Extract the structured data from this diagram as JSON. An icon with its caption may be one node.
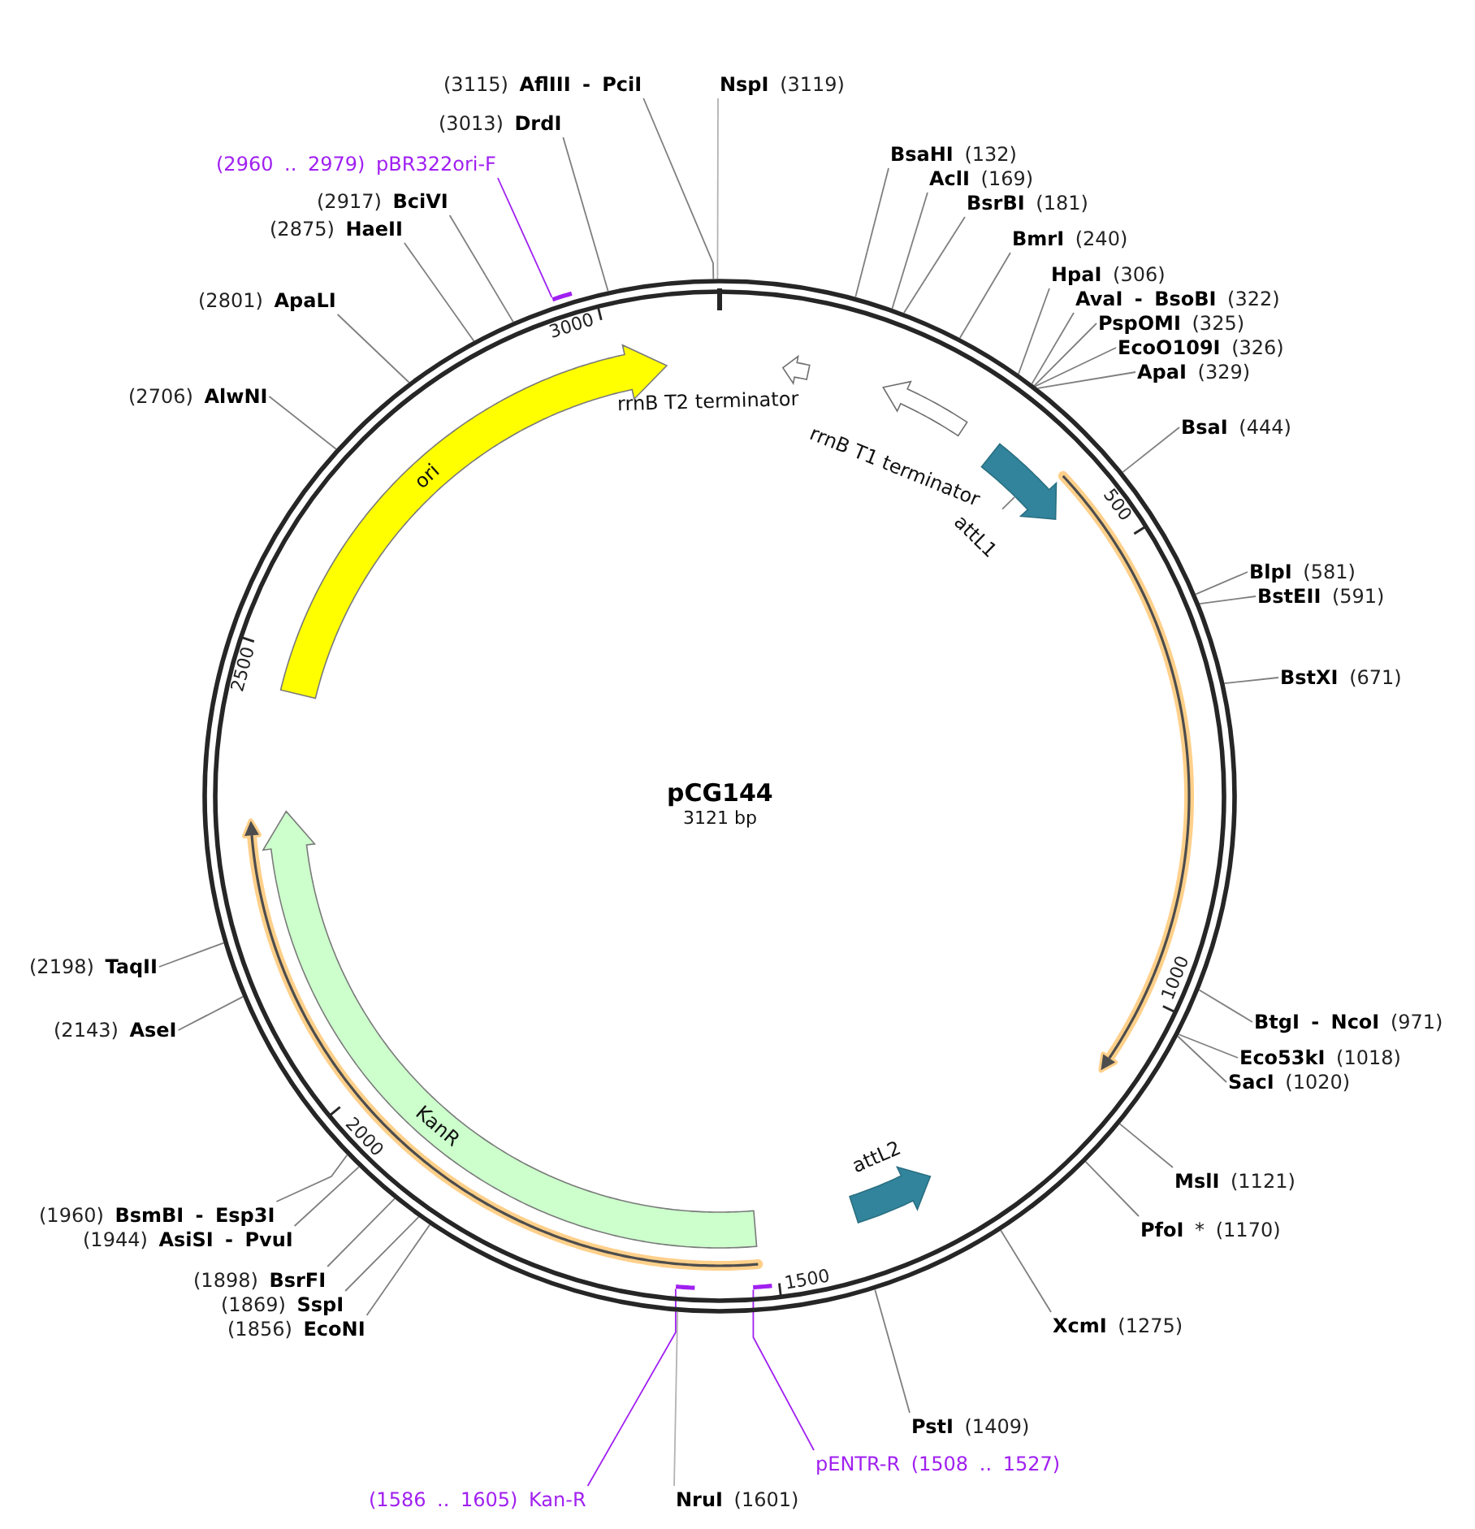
{
  "diagram": {
    "nodes": [
      {
        "text": [
          "pCG144",
          "3121 bp"
        ]
      },
      {
        "text": [
          "ori"
        ],
        "in": 0
      },
      {
        "text": [
          "rrnB T2 terminator"
        ],
        "in": 0
      },
      {
        "text": [
          "rrnB T1 terminator"
        ],
        "in": 0
      },
      {
        "text": [
          "attL1"
        ],
        "in": 0
      },
      {
        "text": [],
        "shape": "arrow",
        "in": 0
      },
      {
        "text": [],
        "shape": "arrow",
        "in": 0
      },
      {
        "text": [
          "attL2"
        ],
        "in": 0
      },
      {
        "text": [
          "KanR"
        ],
        "in": 0
      },
      {
        "text": [],
        "shape": "arrow",
        "in": 0
      },
      {
        "text": [],
        "shape": "bar",
        "in": 0
      },
      {
        "text": [],
        "shape": "bar",
        "in": 0
      },
      {
        "text": [],
        "shape": "bar",
        "in": 0
      },
      {
        "text": [
          "**NspI** (3119)"
        ]
      },
      {
        "text": [
          "**BsaHI** (132)"
        ]
      },
      {
        "text": [
          "**AclI** (169)"
        ]
      },
      {
        "text": [
          "**BsrBI** (181)"
        ]
      },
      {
        "text": [
          "**BmrI** (240)"
        ]
      },
      {
        "text": [
          "**HpaI** (306)"
        ]
      },
      {
        "text": [
          "**AvaI - BsoBI** (322)"
        ]
      },
      {
        "text": [
          "**PspOMI** (325)"
        ]
      },
      {
        "text": [
          "**EcoO109I** (326)"
        ]
      },
      {
        "text": [
          "**ApaI** (329)"
        ]
      },
      {
        "text": [
          "**BsaI** (444)"
        ]
      },
      {
        "text": [
          "**BlpI** (581)"
        ]
      },
      {
        "text": [
          "**BstEII** (591)"
        ]
      },
      {
        "text": [
          "**BstXI** (671)"
        ]
      },
      {
        "text": [
          "**BtgI - NcoI** (971)"
        ]
      },
      {
        "text": [
          "**Eco53kI** (1018)"
        ]
      },
      {
        "text": [
          "**SacI** (1020)"
        ]
      },
      {
        "text": [
          "**MslI** (1121)"
        ]
      },
      {
        "text": [
          "**PfoI** * (1170)"
        ]
      },
      {
        "text": [
          "**XcmI** (1275)"
        ]
      },
      {
        "text": [
          "**PstI** (1409)"
        ]
      },
      {
        "text": [
          "pENTR-R (1508 .. 1527)"
        ]
      },
      {
        "text": [
          "**NruI** (1601)"
        ]
      },
      {
        "text": [
          "(1586 .. 1605) Kan-R"
        ]
      },
      {
        "text": [
          "(1856) **EcoNI**"
        ]
      },
      {
        "text": [
          "(1869) **SspI**"
        ]
      },
      {
        "text": [
          "(1898) **BsrFI**"
        ]
      },
      {
        "text": [
          "(1944) **AsiSI - PvuI**"
        ]
      },
      {
        "text": [
          "(1960) **BsmBI - Esp3I**"
        ]
      },
      {
        "text": [
          "(2143) **AseI**"
        ]
      },
      {
        "text": [
          "(2198) **TaqII**"
        ]
      },
      {
        "text": [
          "(2706) **AlwNI**"
        ]
      },
      {
        "text": [
          "(2801) **ApaLI**"
        ]
      },
      {
        "text": [
          "(2875) **HaeII**"
        ]
      },
      {
        "text": [
          "(2917) **BciVI**"
        ]
      },
      {
        "text": [
          "(2960 .. 2979) pBR322ori-F"
        ]
      },
      {
        "text": [
          "(3013) **DrdI**"
        ]
      },
      {
        "text": [
          "(3115) **AflIII - PciI**"
        ]
      }
    ],
    "edges": [
      {
        "from": 4,
        "to": 5,
        "arrow": "none"
      },
      {
        "from": 13,
        "to": 0,
        "arrow": "none",
        "color": "#b3b3b3"
      },
      {
        "from": 14,
        "to": 0,
        "arrow": "none"
      },
      {
        "from": 15,
        "to": 0,
        "arrow": "none"
      },
      {
        "from": 16,
        "to": 0,
        "arrow": "none"
      },
      {
        "from": 17,
        "to": 0,
        "arrow": "none"
      },
      {
        "from": 18,
        "to": 0,
        "arrow": "none"
      },
      {
        "from": 19,
        "to": 0,
        "arrow": "none"
      },
      {
        "from": 20,
        "to": 0,
        "arrow": "none"
      },
      {
        "from": 21,
        "to": 0,
        "arrow": "none"
      },
      {
        "from": 22,
        "to": 0,
        "arrow": "none"
      },
      {
        "from": 23,
        "to": 0,
        "arrow": "none"
      },
      {
        "from": 24,
        "to": 0,
        "arrow": "none"
      },
      {
        "from": 25,
        "to": 0,
        "arrow": "none"
      },
      {
        "from": 26,
        "to": 0,
        "arrow": "none"
      },
      {
        "from": 27,
        "to": 0,
        "arrow": "none"
      },
      {
        "from": 28,
        "to": 0,
        "arrow": "none"
      },
      {
        "from": 29,
        "to": 0,
        "arrow": "none"
      },
      {
        "from": 30,
        "to": 0,
        "arrow": "none"
      },
      {
        "from": 31,
        "to": 0,
        "arrow": "none"
      },
      {
        "from": 32,
        "to": 0,
        "arrow": "none"
      },
      {
        "from": 33,
        "to": 0,
        "arrow": "none"
      },
      {
        "from": 34,
        "to": 12,
        "arrow": "none",
        "color": "#a020f0"
      },
      {
        "from": 35,
        "to": 0,
        "arrow": "none",
        "color": "#b3b3b3"
      },
      {
        "from": 36,
        "to": 11,
        "arrow": "none",
        "color": "#a020f0"
      },
      {
        "from": 37,
        "to": 0,
        "arrow": "none"
      },
      {
        "from": 38,
        "to": 0,
        "arrow": "none"
      },
      {
        "from": 39,
        "to": 0,
        "arrow": "none"
      },
      {
        "from": 40,
        "to": 0,
        "arrow": "none"
      },
      {
        "from": 41,
        "to": 0,
        "arrow": "none"
      },
      {
        "from": 42,
        "to": 0,
        "arrow": "none"
      },
      {
        "from": 43,
        "to": 0,
        "arrow": "none"
      },
      {
        "from": 44,
        "to": 0,
        "arrow": "none"
      },
      {
        "from": 45,
        "to": 0,
        "arrow": "none"
      },
      {
        "from": 46,
        "to": 0,
        "arrow": "none"
      },
      {
        "from": 47,
        "to": 0,
        "arrow": "none"
      },
      {
        "from": 48,
        "to": 10,
        "arrow": "none",
        "color": "#a020f0"
      },
      {
        "from": 49,
        "to": 0,
        "arrow": "none"
      },
      {
        "from": 50,
        "to": 0,
        "arrow": "none"
      }
    ],
    "labels": [
      "3000",
      "500",
      "2500",
      "1000",
      "2000",
      "1500"
    ]
  }
}
